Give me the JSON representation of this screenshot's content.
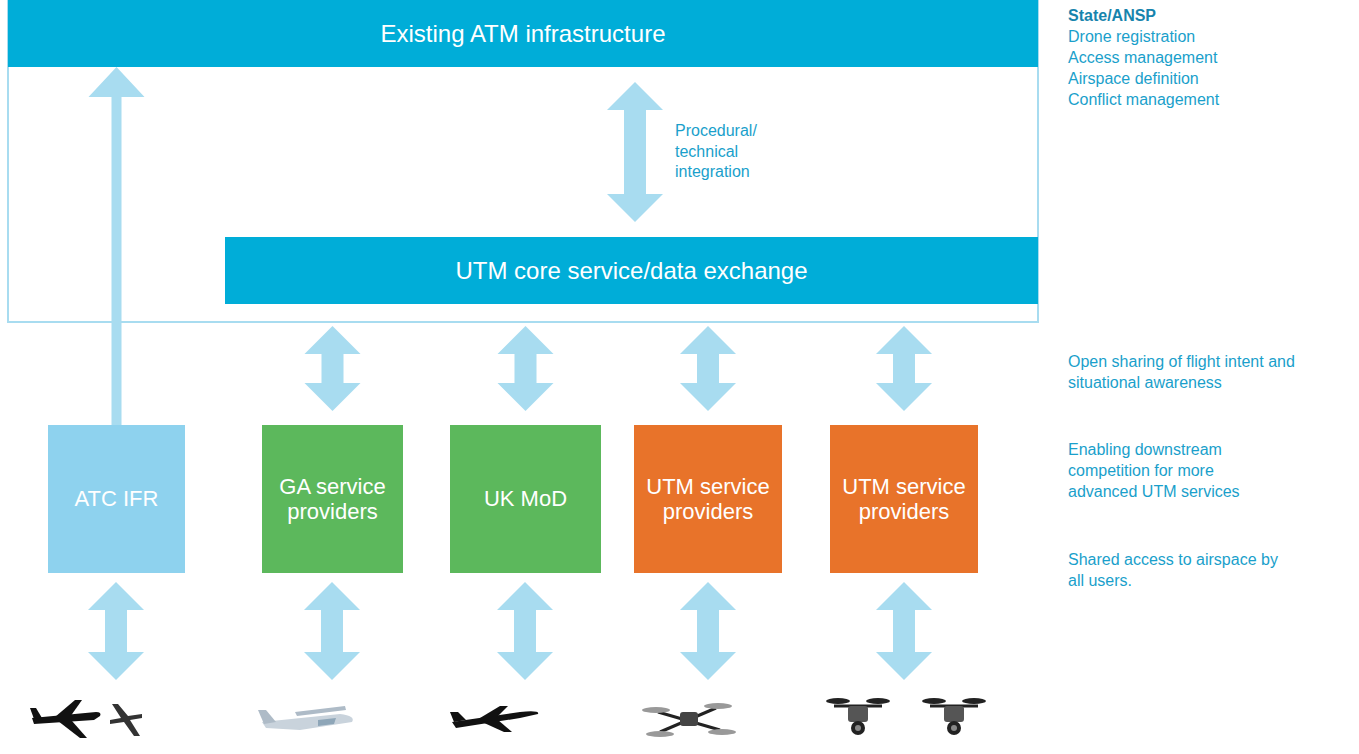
{
  "diagram": {
    "nodes": [
      {
        "text": [
          "Existing ATM infrastructure"
        ]
      },
      {
        "text": [
          "UTM core service/data exchange"
        ]
      },
      {
        "text": [
          "ATC IFR"
        ]
      },
      {
        "text": [
          "GA service providers"
        ]
      },
      {
        "text": [
          "UK MoD"
        ]
      },
      {
        "text": [
          "UTM service providers"
        ]
      },
      {
        "text": [
          "UTM service providers"
        ]
      }
    ],
    "edges": [
      {
        "from": 2,
        "to": 0,
        "arrow": "to"
      },
      {
        "from": 0,
        "to": 1,
        "label": "Procedural/ technical integration",
        "arrow": "both"
      },
      {
        "from": 1,
        "to": 3,
        "arrow": "both"
      },
      {
        "from": 1,
        "to": 4,
        "arrow": "both"
      },
      {
        "from": 1,
        "to": 5,
        "arrow": "both"
      },
      {
        "from": 1,
        "to": 6,
        "arrow": "both"
      }
    ],
    "labels": [
      "State/ANSP",
      "Drone registration",
      "Access management",
      "Airspace definition",
      "Conflict management",
      "Open sharing of flight intent and situational awareness",
      "Enabling downstream competition for more advanced UTM services",
      "Shared access to airspace by all users."
    ]
  }
}
